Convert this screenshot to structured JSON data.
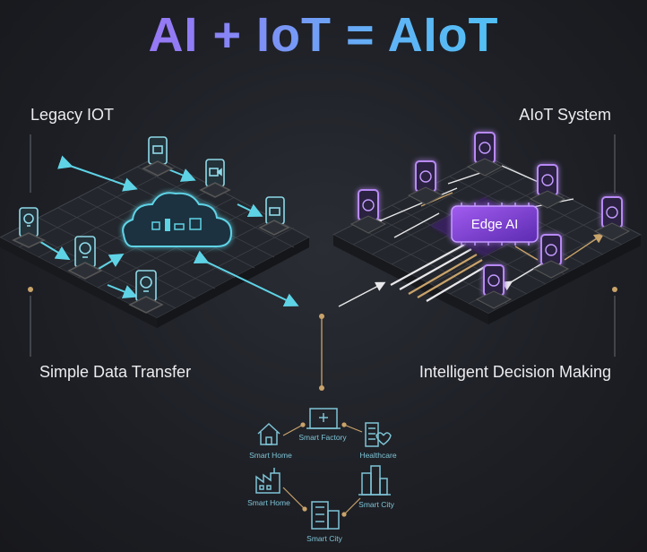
{
  "title": {
    "prefix_ai": "AI",
    "plus": "+",
    "iot": "IoT",
    "equals": "=",
    "result": "AIoT"
  },
  "left_panel": {
    "title": "Legacy IOT",
    "caption": "Simple Data Transfer"
  },
  "right_panel": {
    "title": "AIoT System",
    "caption": "Intelligent Decision Making",
    "chip_label": "Edge AI"
  },
  "applications": {
    "items": [
      {
        "label": "Smart Home",
        "icon": "house-icon"
      },
      {
        "label": "Smart Factory",
        "icon": "hospital-building-icon"
      },
      {
        "label": "Healthcare",
        "icon": "building-heart-icon"
      },
      {
        "label": "Smart Home",
        "icon": "factory-icon"
      },
      {
        "label": "Smart City",
        "icon": "city-buildings-icon"
      },
      {
        "label": "Smart City",
        "icon": "office-building-icon"
      }
    ]
  },
  "colors": {
    "background": "#1e2026",
    "cyan": "#5fd3e6",
    "purple": "#8a4de0",
    "gold": "#c9a36a",
    "grid": "#3a3d44"
  }
}
